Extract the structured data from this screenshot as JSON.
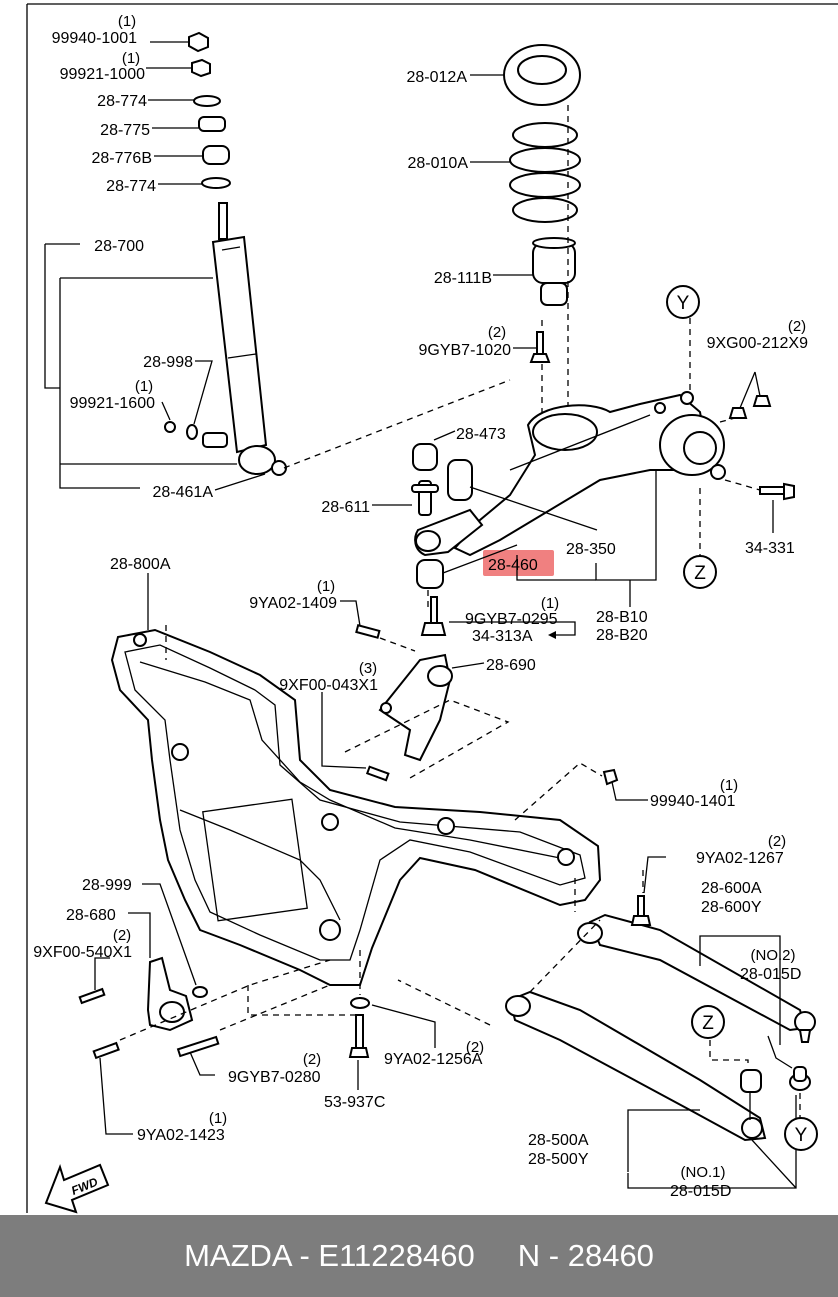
{
  "callouts": [
    {
      "id": "c-99940-1001",
      "qty": "(1)",
      "code": "99940-1001"
    },
    {
      "id": "c-99921-1000",
      "qty": "(1)",
      "code": "99921-1000"
    },
    {
      "id": "c-28-774-a",
      "qty": "",
      "code": "28-774"
    },
    {
      "id": "c-28-775",
      "qty": "",
      "code": "28-775"
    },
    {
      "id": "c-28-776b",
      "qty": "",
      "code": "28-776B"
    },
    {
      "id": "c-28-774-b",
      "qty": "",
      "code": "28-774"
    },
    {
      "id": "c-28-700",
      "qty": "",
      "code": "28-700"
    },
    {
      "id": "c-28-998",
      "qty": "",
      "code": "28-998"
    },
    {
      "id": "c-99921-1600",
      "qty": "(1)",
      "code": "99921-1600"
    },
    {
      "id": "c-28-461a",
      "qty": "",
      "code": "28-461A"
    },
    {
      "id": "c-28-012a",
      "qty": "",
      "code": "28-012A"
    },
    {
      "id": "c-28-010a",
      "qty": "",
      "code": "28-010A"
    },
    {
      "id": "c-28-111b",
      "qty": "",
      "code": "28-111B"
    },
    {
      "id": "c-9gyb7-1020",
      "qty": "(2)",
      "code": "9GYB7-1020"
    },
    {
      "id": "c-9xg00-212x9",
      "qty": "(2)",
      "code": "9XG00-212X9"
    },
    {
      "id": "c-28-473",
      "qty": "",
      "code": "28-473"
    },
    {
      "id": "c-28-611",
      "qty": "",
      "code": "28-611"
    },
    {
      "id": "c-28-350",
      "qty": "",
      "code": "28-350"
    },
    {
      "id": "c-34-331",
      "qty": "",
      "code": "34-331"
    },
    {
      "id": "c-28-460",
      "qty": "",
      "code": "28-460"
    },
    {
      "id": "c-9gyb7-0295",
      "qty": "(1)",
      "code": "9GYB7-0295"
    },
    {
      "id": "c-34-313a",
      "qty": "",
      "code": "34-313A"
    },
    {
      "id": "c-28-b10",
      "qty": "",
      "code": "28-B10"
    },
    {
      "id": "c-28-b20",
      "qty": "",
      "code": "28-B20"
    },
    {
      "id": "c-28-800a",
      "qty": "",
      "code": "28-800A"
    },
    {
      "id": "c-9ya02-1409",
      "qty": "(1)",
      "code": "9YA02-1409"
    },
    {
      "id": "c-28-690",
      "qty": "",
      "code": "28-690"
    },
    {
      "id": "c-9xf00-043x1",
      "qty": "(3)",
      "code": "9XF00-043X1"
    },
    {
      "id": "c-99940-1401",
      "qty": "(1)",
      "code": "99940-1401"
    },
    {
      "id": "c-9ya02-1267",
      "qty": "(2)",
      "code": "9YA02-1267"
    },
    {
      "id": "c-28-600a",
      "qty": "",
      "code": "28-600A"
    },
    {
      "id": "c-28-600y",
      "qty": "",
      "code": "28-600Y"
    },
    {
      "id": "c-28-015d-no2",
      "qty": "(NO.2)",
      "code": "28-015D"
    },
    {
      "id": "c-28-999",
      "qty": "",
      "code": "28-999"
    },
    {
      "id": "c-28-680",
      "qty": "",
      "code": "28-680"
    },
    {
      "id": "c-9xf00-540x1",
      "qty": "(2)",
      "code": "9XF00-540X1"
    },
    {
      "id": "c-9gyb7-0280",
      "qty": "(2)",
      "code": "9GYB7-0280"
    },
    {
      "id": "c-9ya02-1256a",
      "qty": "(2)",
      "code": "9YA02-1256A"
    },
    {
      "id": "c-53-937c",
      "qty": "",
      "code": "53-937C"
    },
    {
      "id": "c-9ya02-1423",
      "qty": "(1)",
      "code": "9YA02-1423"
    },
    {
      "id": "c-28-500a",
      "qty": "",
      "code": "28-500A"
    },
    {
      "id": "c-28-500y",
      "qty": "",
      "code": "28-500Y"
    },
    {
      "id": "c-28-015d-no1",
      "qty": "(NO.1)",
      "code": "28-015D"
    }
  ],
  "markers": {
    "y_top": "Y",
    "z_top": "Z",
    "z_bottom": "Z",
    "y_bottom": "Y"
  },
  "highlight": {
    "part": "28-460",
    "color": "#f08080"
  },
  "fwd_label": "FWD",
  "footer": {
    "brand": "MAZDA",
    "part_number": "E11228460",
    "short_code": "N - 28460",
    "text": "MAZDA - E11228460     N - 28460"
  }
}
